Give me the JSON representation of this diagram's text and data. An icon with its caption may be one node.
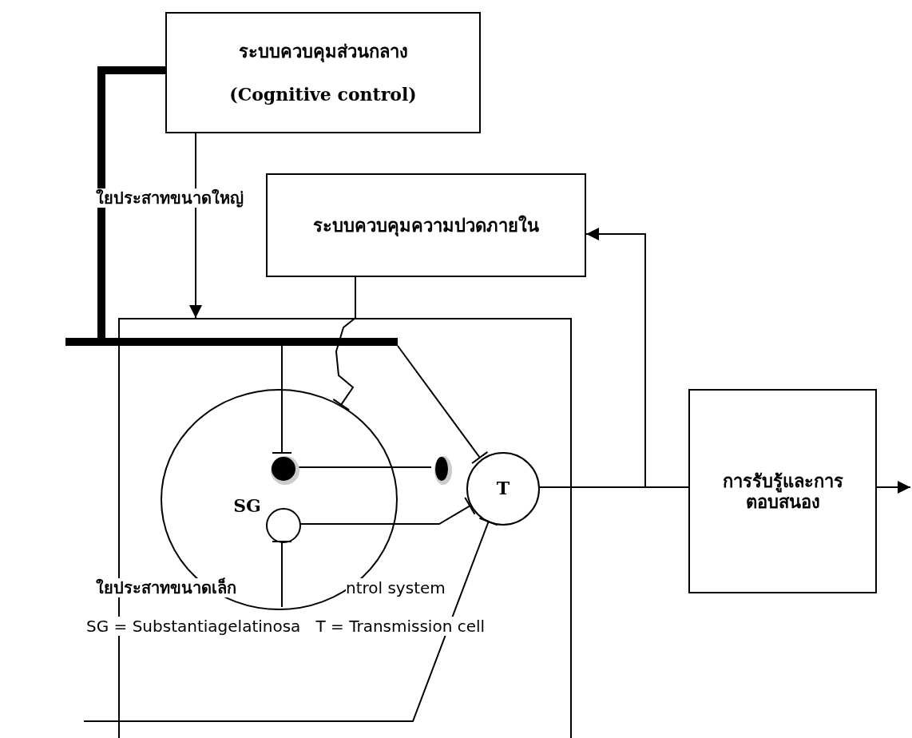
{
  "diagram": {
    "nodes": [
      {
        "text": [
          "ระบบควบคุมส่วนกลาง",
          "(Cognitive control)"
        ]
      },
      {
        "text": [
          "ระบบควบคุมความปวดภายใน"
        ]
      },
      {
        "text": [],
        "shape": "bar"
      },
      {
        "text": [],
        "shape": "box"
      },
      {
        "text": [
          "SG"
        ],
        "in": 3
      },
      {
        "text": [],
        "shape": "circle",
        "in": 4
      },
      {
        "text": [],
        "shape": "circle",
        "in": 4
      },
      {
        "text": [],
        "shape": "circle",
        "in": 3
      },
      {
        "text": [
          "T"
        ],
        "in": 3
      },
      {
        "text": [
          "การรับรู้และการตอบสนอง"
        ]
      }
    ],
    "edges": [
      {
        "from": 0,
        "to": 3,
        "arrow": "to"
      },
      {
        "from": 2,
        "to": 0,
        "arrow": "none",
        "style": "thick"
      },
      {
        "from": 2,
        "to": 5,
        "arrow": "other"
      },
      {
        "from": 2,
        "to": 8,
        "arrow": "other"
      },
      {
        "from": 1,
        "to": 4,
        "arrow": "other"
      },
      {
        "from": 5,
        "to": 7,
        "arrow": "none"
      },
      {
        "from": 6,
        "to": 8,
        "arrow": "other"
      },
      {
        "from": null,
        "to": 6,
        "arrow": "other"
      },
      {
        "from": null,
        "to": 8,
        "arrow": "other"
      },
      {
        "from": 8,
        "to": 9,
        "arrow": "none"
      },
      {
        "from": 8,
        "to": 1,
        "arrow": "to"
      },
      {
        "from": 9,
        "to": null,
        "arrow": "to"
      }
    ],
    "labels": [
      "ใยประสาทขนาดใหญ่",
      "ใยประสาทขนาดเล็ก",
      "ntrol system",
      "SG = Substantiagelatinosa   T = Transmission cell"
    ]
  }
}
